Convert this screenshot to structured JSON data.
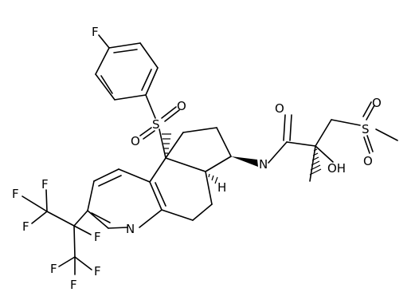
{
  "atoms": {
    "fluoro_aryl": "F",
    "sulfonyl_s": "S",
    "sulfonyl_o1": "O",
    "sulfonyl_o2": "O",
    "amide_o": "O",
    "methylsulfonyl_s": "S",
    "methylsulfonyl_o1": "O",
    "methylsulfonyl_o2": "O",
    "amide_n": "N",
    "hydroxyl": "OH",
    "ring_h": "H",
    "pyridine_n": "N",
    "cf3_top_f1": "F",
    "cf3_top_f2": "F",
    "cf3_top_f3": "F",
    "center_f": "F",
    "cf3_bot_f1": "F",
    "cf3_bot_f2": "F",
    "cf3_bot_f3": "F"
  }
}
